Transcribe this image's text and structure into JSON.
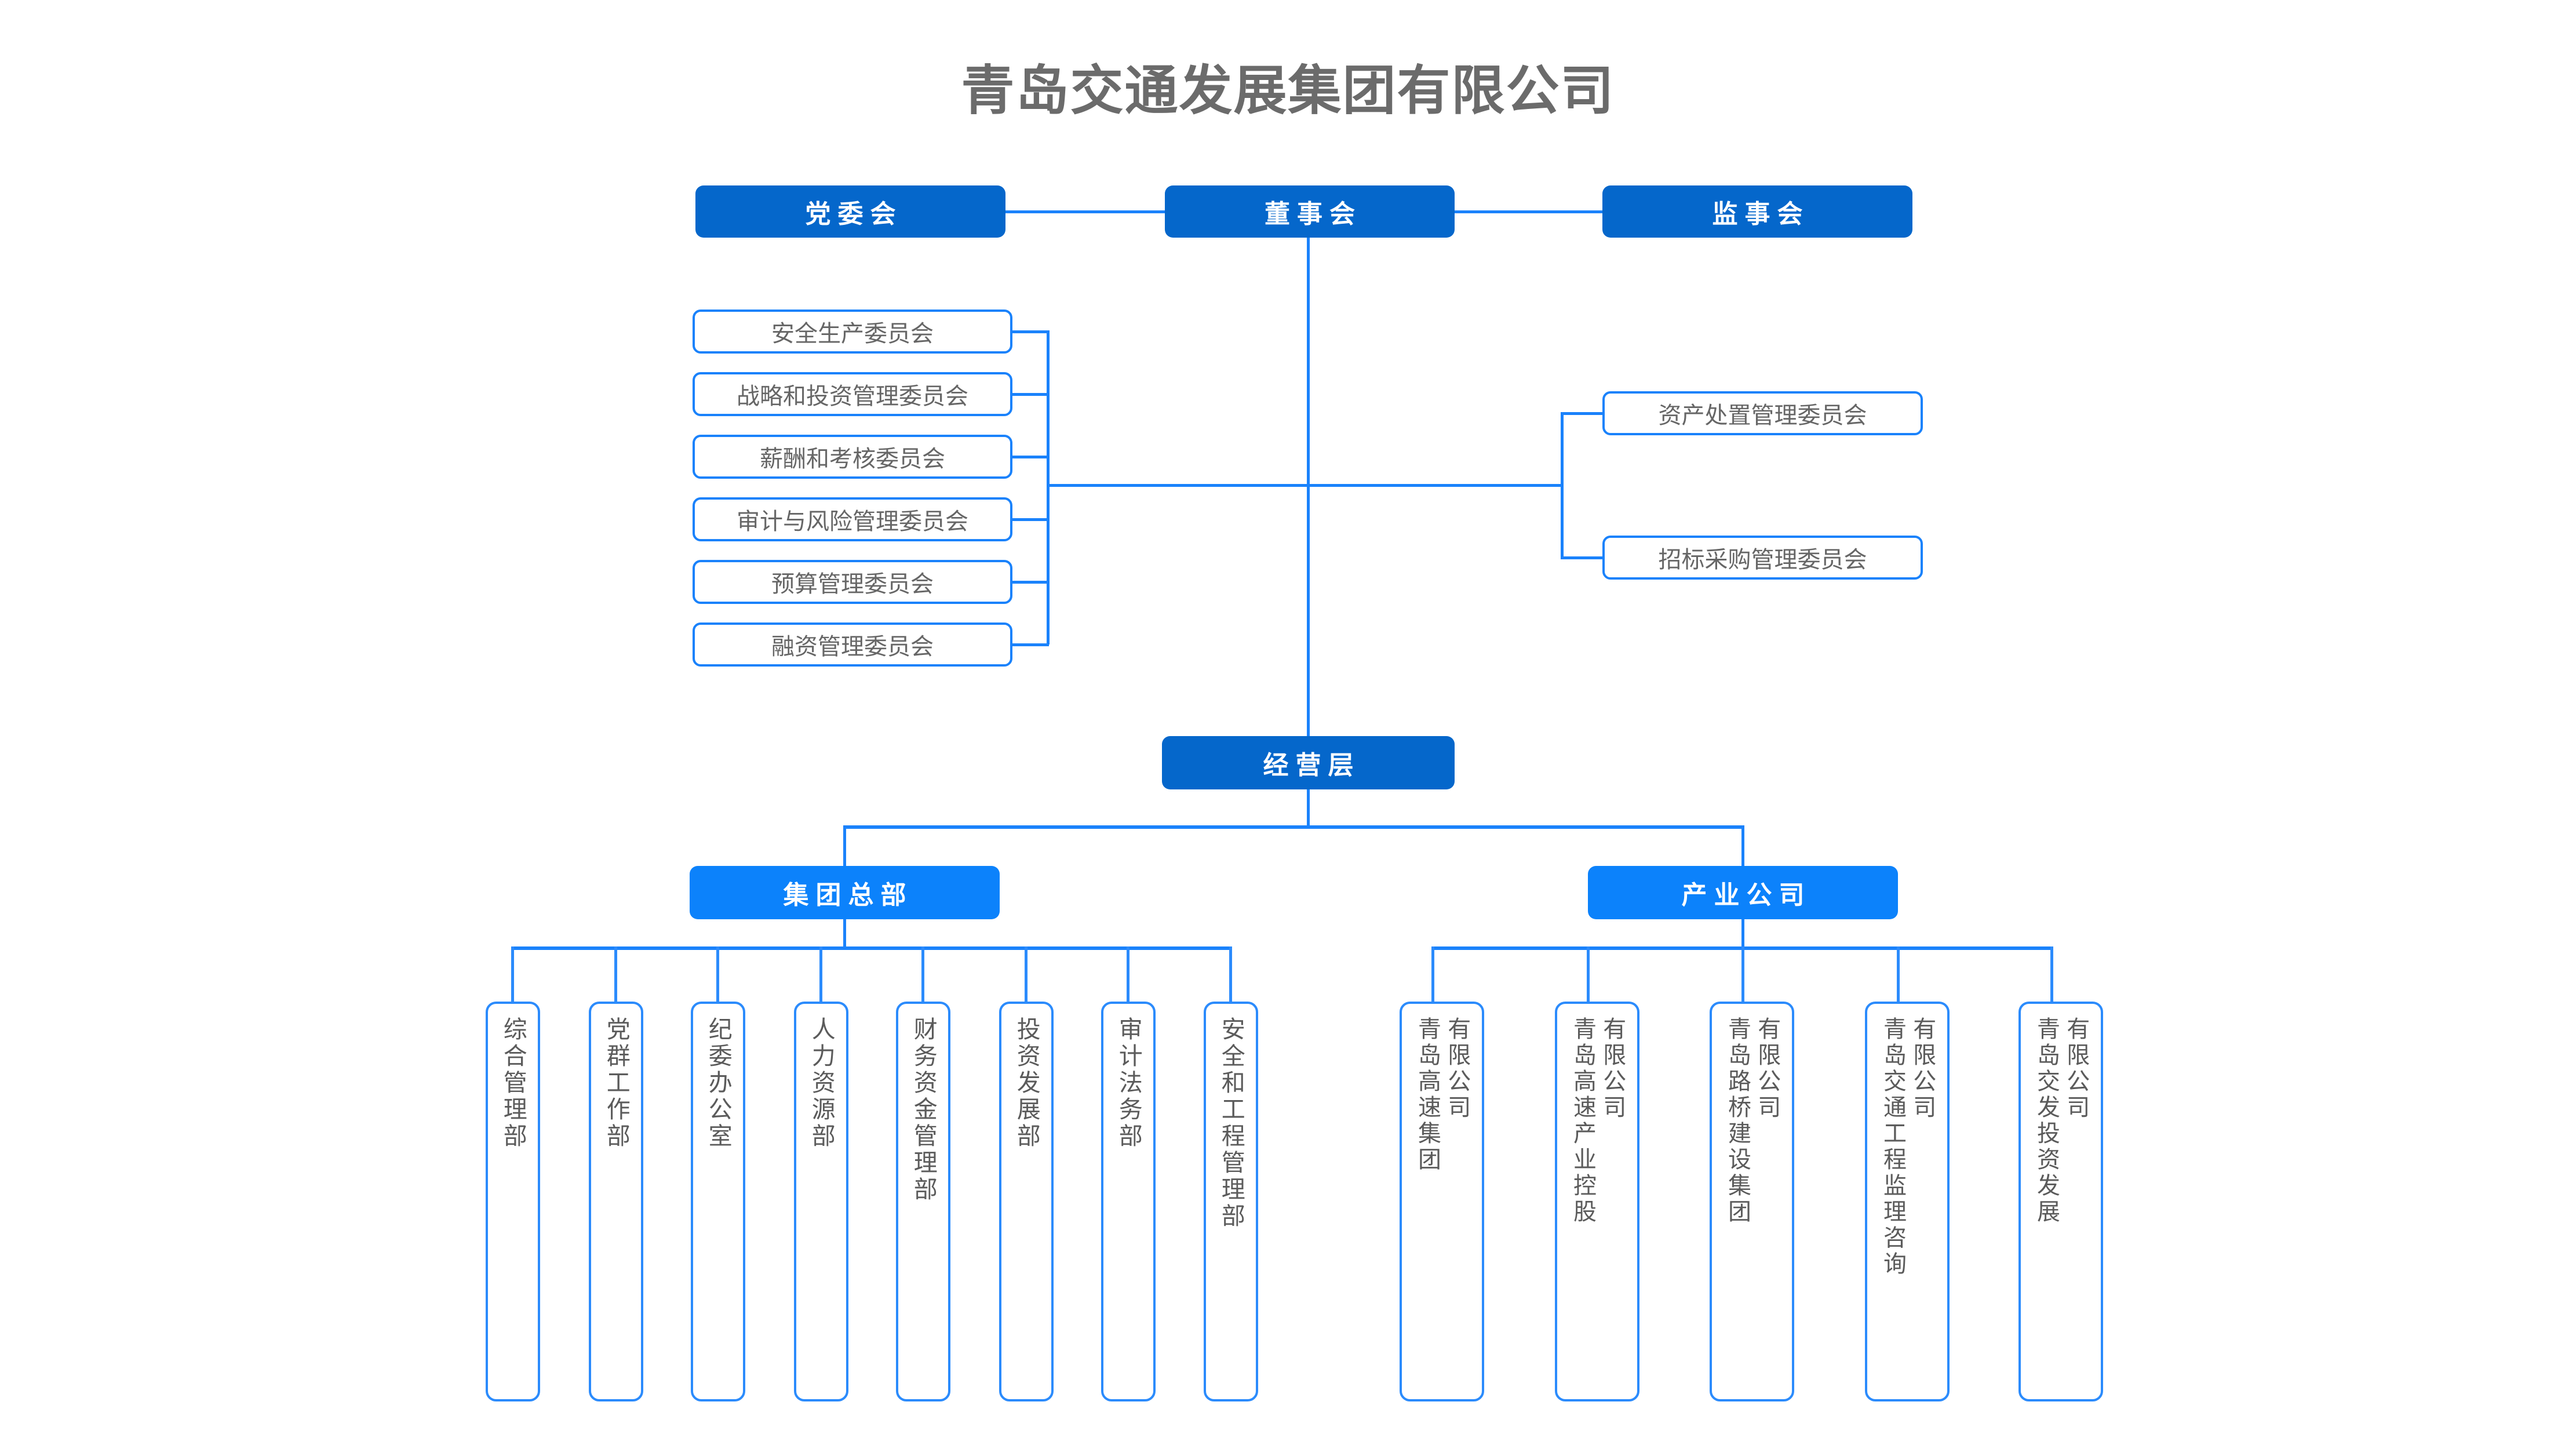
{
  "title": "青岛交通发展集团有限公司",
  "colors": {
    "dark_blue": "#0567CB",
    "bright_blue": "#0C82FB",
    "line_blue": "#1A82FB",
    "outline_blue": "#2B8BFC",
    "title_gray": "#6B6B6B",
    "text_gray": "#5B5B5B"
  },
  "top_row": {
    "left": "党委会",
    "center": "董事会",
    "right": "监事会"
  },
  "left_committees": [
    "安全生产委员会",
    "战略和投资管理委员会",
    "薪酬和考核委员会",
    "审计与风险管理委员会",
    "预算管理委员会",
    "融资管理委员会"
  ],
  "right_committees": [
    "资产处置管理委员会",
    "招标采购管理委员会"
  ],
  "management_layer": "经营层",
  "branches": {
    "headquarters": "集团总部",
    "industry": "产业公司"
  },
  "departments": [
    "综合管理部",
    "党群工作部",
    "纪委办公室",
    "人力资源部",
    "财务资金管理部",
    "投资发展部",
    "审计法务部",
    "安全和工程管理部"
  ],
  "subsidiaries": [
    {
      "col_right": "青岛高速集团",
      "col_left": "有限公司"
    },
    {
      "col_right": "青岛高速产业控股",
      "col_left": "有限公司"
    },
    {
      "col_right": "青岛路桥建设集团",
      "col_left": "有限公司"
    },
    {
      "col_right": "青岛交通工程监理咨询",
      "col_left": "有限公司"
    },
    {
      "col_right": "青岛交发投资发展",
      "col_left": "有限公司"
    }
  ]
}
